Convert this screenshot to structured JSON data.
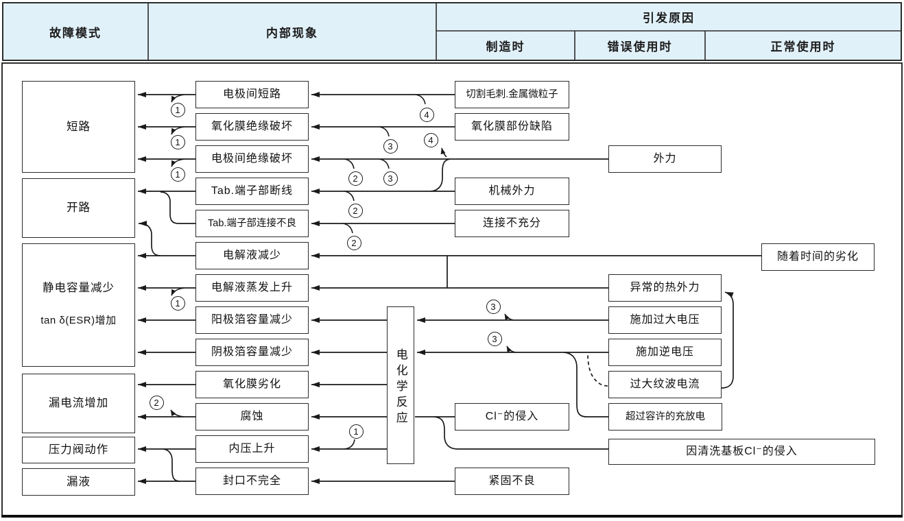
{
  "header": {
    "failure_mode": "故障模式",
    "internal_phenomenon": "内部现象",
    "cause": "引发原因",
    "cause_manufacturing": "制造时",
    "cause_misuse": "错误使用时",
    "cause_normal": "正常使用时"
  },
  "failure_modes": {
    "short_circuit": "短路",
    "open_circuit": "开路",
    "capacitance_decrease_line1": "静电容量减少",
    "capacitance_decrease_line2": "tan δ(ESR)增加",
    "leakage_current_increase": "漏电流增加",
    "pressure_valve_operation": "压力阀动作",
    "liquid_leakage": "漏液"
  },
  "internal_phenomena": {
    "electrode_short": "电极间短路",
    "oxide_film_insulation_breakdown": "氧化膜绝缘破坏",
    "inter_electrode_insulation_breakdown": "电极间绝缘破坏",
    "tab_terminal_wire_break": "Tab.端子部断线",
    "tab_terminal_poor_connection": "Tab.端子部连接不良",
    "electrolyte_decrease": "电解液减少",
    "electrolyte_evaporation_rise": "电解液蒸发上升",
    "anode_foil_capacity_decrease": "阳极箔容量减少",
    "cathode_foil_capacity_decrease": "阴极箔容量减少",
    "oxide_film_degradation": "氧化膜劣化",
    "corrosion": "腐蚀",
    "internal_pressure_rise": "内压上升",
    "incomplete_sealing": "封口不完全",
    "electrochemical_reaction": "电化学反应"
  },
  "causes_manufacturing": {
    "cutting_burr_metal_particles": "切割毛刺.金属微粒子",
    "oxide_film_partial_defect": "氧化膜部份缺陷",
    "mechanical_force": "机械外力",
    "insufficient_connection": "连接不充分",
    "cl_ion_intrusion": "Cl⁻的侵入",
    "poor_fastening": "紧固不良"
  },
  "causes_misuse": {
    "external_force": "外力",
    "abnormal_thermal_force": "异常的热外力",
    "excessive_voltage": "施加过大电压",
    "reverse_voltage": "施加逆电压",
    "excessive_ripple_current": "过大纹波电流",
    "charge_discharge_over_limit": "超过容许的充放电"
  },
  "causes_normal_use": {
    "deterioration_over_time": "随着时间的劣化"
  },
  "causes_spanning": {
    "cl_intrusion_from_board_cleaning": "因清洗基板Cl⁻的侵入"
  },
  "markers": {
    "num1": "1",
    "num2": "2",
    "num3": "3",
    "num4": "4"
  },
  "colors": {
    "header_fill": "#e1f1f9",
    "line": "#1a1a1a",
    "box_border": "#2a2a2a",
    "background": "#ffffff"
  }
}
